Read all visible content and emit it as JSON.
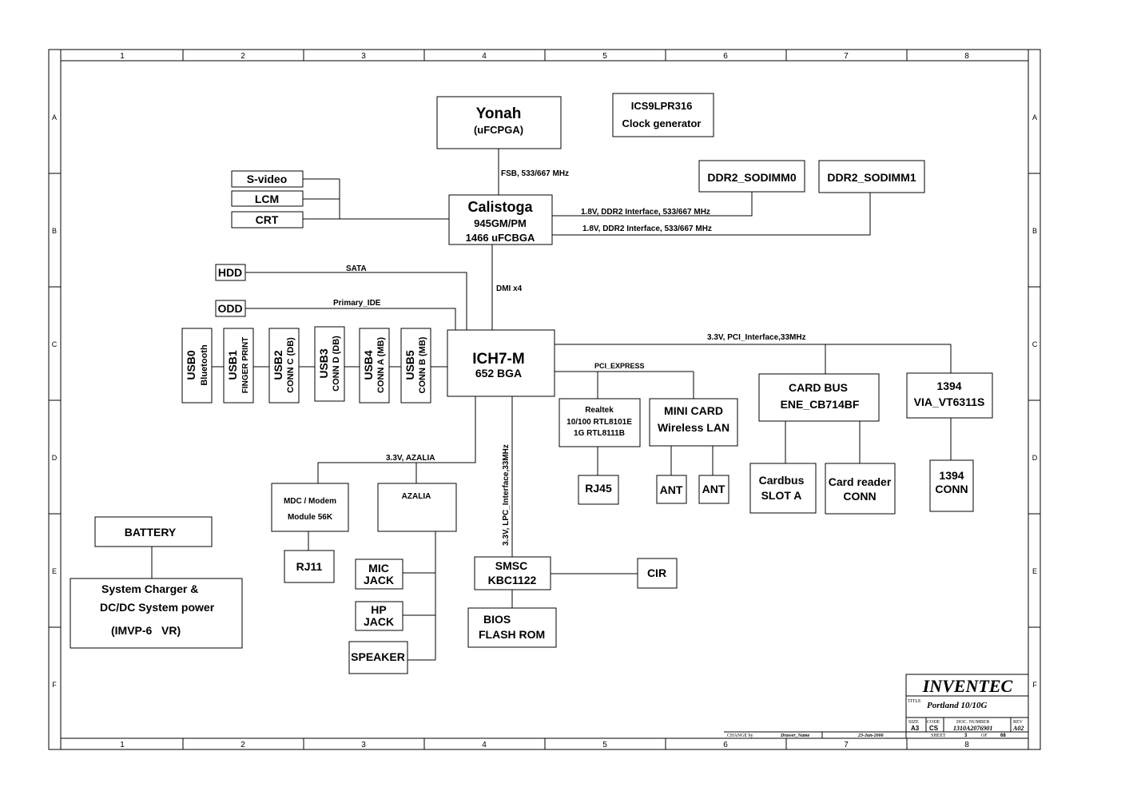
{
  "border": {
    "columns": [
      "1",
      "2",
      "3",
      "4",
      "5",
      "6",
      "7",
      "8"
    ],
    "rows": [
      "A",
      "B",
      "C",
      "D",
      "E",
      "F"
    ]
  },
  "blocks": {
    "yonah": {
      "line1": "Yonah",
      "line2": "(uFCPGA)"
    },
    "clock": {
      "line1": "ICS9LPR316",
      "line2": "Clock generator"
    },
    "svideo": "S-video",
    "lcm": "LCM",
    "crt": "CRT",
    "calistoga": {
      "line1": "Calistoga",
      "line2": "945GM/PM",
      "line3": "1466 uFCBGA"
    },
    "dimm0": "DDR2_SODIMM0",
    "dimm1": "DDR2_SODIMM1",
    "hdd": "HDD",
    "odd": "ODD",
    "ich7": {
      "line1": "ICH7-M",
      "line2": "652 BGA"
    },
    "usb": [
      {
        "name": "USB0",
        "desc": "Bluetooth"
      },
      {
        "name": "USB1",
        "desc": "FINGER PRINT"
      },
      {
        "name": "USB2",
        "desc": "CONN C (DB)"
      },
      {
        "name": "USB3",
        "desc": "CONN D (DB)"
      },
      {
        "name": "USB4",
        "desc": "CONN A (MB)"
      },
      {
        "name": "USB5",
        "desc": "CONN B (MB)"
      }
    ],
    "realtek": {
      "line1": "Realtek",
      "line2": "10/100 RTL8101E",
      "line3": "1G RTL8111B"
    },
    "minicard": {
      "line1": "MINI CARD",
      "line2": "Wireless LAN"
    },
    "cardbus": {
      "line1": "CARD BUS",
      "line2": "ENE_CB714BF"
    },
    "via1394": {
      "line1": "1394",
      "line2": "VIA_VT6311S"
    },
    "rj45": "RJ45",
    "ant1": "ANT",
    "ant2": "ANT",
    "cardbus_slot": {
      "line1": "Cardbus",
      "line2": "SLOT A"
    },
    "card_reader": {
      "line1": "Card reader",
      "line2": "CONN"
    },
    "conn1394": {
      "line1": "1394",
      "line2": "CONN"
    },
    "mdc": {
      "line1": "MDC / Modem",
      "line2": "Module 56K"
    },
    "azalia": "AZALIA",
    "rj11": "RJ11",
    "mic": {
      "line1": "MIC",
      "line2": "JACK"
    },
    "hp": {
      "line1": "HP",
      "line2": "JACK"
    },
    "speaker": "SPEAKER",
    "smsc": {
      "line1": "SMSC",
      "line2": "KBC1122"
    },
    "cir": "CIR",
    "bios": {
      "line1": "BIOS",
      "line2": "FLASH ROM"
    },
    "battery": "BATTERY",
    "charger": {
      "line1": "System Charger &",
      "line2": "DC/DC System power",
      "line3": "(IMVP-6   VR)"
    }
  },
  "buses": {
    "fsb": "FSB, 533/667 MHz",
    "ddr_0": "1.8V, DDR2 Interface, 533/667 MHz",
    "ddr_1": "1.8V, DDR2 Interface, 533/667 MHz",
    "sata": "SATA",
    "ide": "Primary_IDE",
    "dmi": "DMI x4",
    "pci": "3.3V, PCI_Interface,33MHz",
    "pcie": "PCI_EXPRESS",
    "azalia_bus": "3.3V, AZALIA",
    "lpc": "3.3V, LPC_Interface,33MHz"
  },
  "title_block": {
    "company": "INVENTEC",
    "title_label": "TITLE",
    "title": "Portland 10/10G",
    "size_label": "SIZE",
    "size": "A3",
    "code_label": "CODE",
    "code": "CS",
    "doc_label": "DOC. NUMBER",
    "doc_number": "1310A2076901",
    "rev_label": "REV",
    "rev": "A02",
    "change_label": "CHANGE by",
    "drawer": "Drawer_Name",
    "date": "23-Jun-2006",
    "sheet_label": "SHEET",
    "sheet": "3",
    "of_label": "OF",
    "total": "68"
  }
}
